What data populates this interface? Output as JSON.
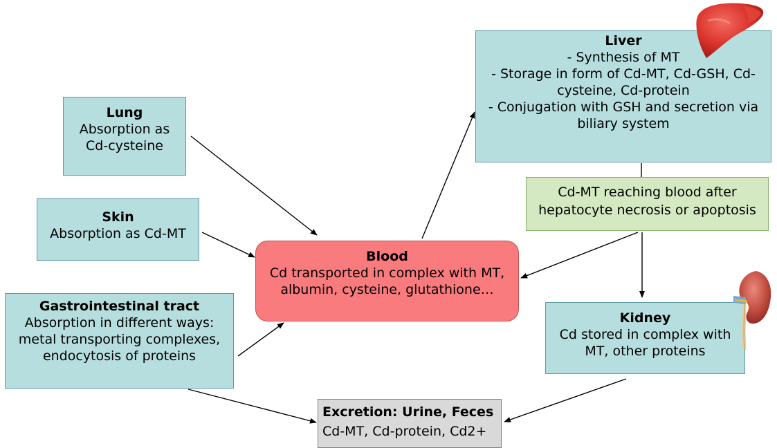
{
  "lung": {
    "title": "Lung",
    "lines": [
      "Absorption as",
      "Cd-cysteine"
    ]
  },
  "skin": {
    "title": "Skin",
    "lines": [
      "Absorption as Cd-MT"
    ]
  },
  "gi": {
    "title": "Gastrointestinal tract",
    "lines": [
      "Absorption in different ways:",
      "metal transporting complexes,",
      "endocytosis of proteins"
    ]
  },
  "blood": {
    "title": "Blood",
    "lines": [
      "Cd transported in complex with MT,",
      "albumin, cysteine, glutathione…"
    ]
  },
  "liver": {
    "title": "Liver",
    "lines": [
      "- Synthesis of MT",
      "- Storage in form of Cd-MT, Cd-GSH, Cd-",
      "cysteine, Cd-protein",
      "- Conjugation with GSH and secretion via",
      "biliary system"
    ]
  },
  "note": {
    "lines": [
      "Cd-MT reaching blood after",
      "hepatocyte necrosis or apoptosis"
    ]
  },
  "kidney": {
    "title": "Kidney",
    "lines": [
      "Cd stored in complex with",
      "MT, other proteins"
    ]
  },
  "excretion": {
    "title": "Excretion: Urine, Feces",
    "lines": [
      "Cd-MT, Cd-protein, Cd2+"
    ]
  },
  "icons": {
    "liver": "liver-organ-icon",
    "kidney": "kidney-organ-icon"
  },
  "colors": {
    "teal_box": "#b7dede",
    "blood_box": "#fa7b7e",
    "note_box": "#d4e8c1",
    "excretion_box": "#d9d9d9"
  }
}
